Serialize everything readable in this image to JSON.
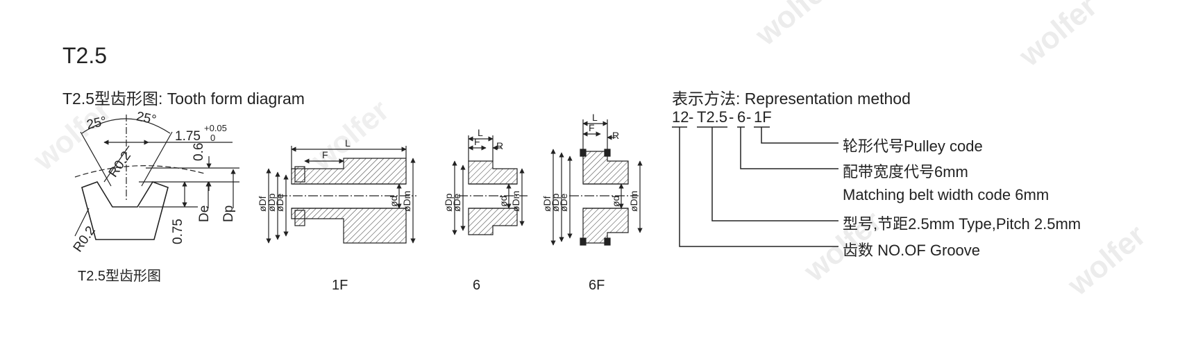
{
  "title": "T2.5",
  "tooth_section": {
    "heading": "T2.5型齿形图: Tooth form diagram",
    "caption": "T2.5型齿形图",
    "angle_left": "25°",
    "angle_right": "25°",
    "dim_top": "1.75",
    "tol_upper": "+0.05",
    "tol_lower": "0",
    "radius_top": "R0.2",
    "radius_bottom": "R0.2",
    "dim_depth": "0.6",
    "dim_height": "0.75",
    "label_de": "De",
    "label_dp": "Dp"
  },
  "views": {
    "v1f": {
      "caption": "1F",
      "labels": [
        "øDf",
        "øDp",
        "øDe",
        "ød",
        "øDm"
      ],
      "top": [
        "L",
        "F"
      ]
    },
    "v6": {
      "caption": "6",
      "labels": [
        "øDp",
        "øDe",
        "ød",
        "øDm"
      ],
      "top": [
        "L",
        "F",
        "R"
      ]
    },
    "v6f": {
      "caption": "6F",
      "labels": [
        "øDf",
        "øDp",
        "øDe",
        "ød",
        "øDm"
      ],
      "top": [
        "L",
        "F",
        "R"
      ]
    }
  },
  "representation": {
    "heading": "表示方法: Representation method",
    "code_parts": [
      "12",
      "T2.5",
      "6",
      "1F"
    ],
    "separator": "-",
    "legend": [
      "轮形代号Pulley code",
      "配带宽度代号6mm",
      "Matching belt width code 6mm",
      "型号,节距2.5mm Type,Pitch 2.5mm",
      "齿数 NO.OF Groove"
    ]
  },
  "watermark": {
    "text": "wolfer",
    "color": "#e8e8e8"
  },
  "colors": {
    "line": "#222222",
    "hatch": "#333333"
  }
}
